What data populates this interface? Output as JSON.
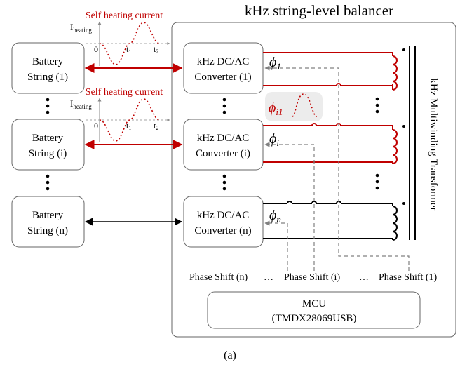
{
  "title": "kHz string-level balancer",
  "caption": "(a)",
  "colors": {
    "heating": "#c00000",
    "dark": "#000000",
    "dashed": "#808080",
    "box_stroke": "#555555"
  },
  "batteries": [
    {
      "line1": "Battery",
      "line2": "String (1)"
    },
    {
      "line1": "Battery",
      "line2": "String (i)"
    },
    {
      "line1": "Battery",
      "line2": "String (n)"
    }
  ],
  "converters": [
    {
      "line1": "kHz DC/AC",
      "line2": "Converter (1)"
    },
    {
      "line1": "kHz DC/AC",
      "line2": "Converter (i)"
    },
    {
      "line1": "kHz DC/AC",
      "line2": "Converter (n)"
    }
  ],
  "heating": {
    "label": "Self heating current",
    "ylabel_main": "I",
    "ylabel_sub": "heating",
    "zero": "0",
    "t1_main": "t",
    "t1_sub": "1",
    "t2_main": "t",
    "t2_sub": "2"
  },
  "phases": {
    "phi": "ϕ",
    "sub1": "1",
    "subi": "i",
    "subn": "n",
    "subi1": "i1"
  },
  "transformer": "kHz Multiwinding Transformer",
  "phase_shifts": {
    "n": "Phase Shift (n)",
    "i": "Phase Shift (i)",
    "one": "Phase Shift (1)",
    "dots": "…"
  },
  "mcu": {
    "line1": "MCU",
    "line2": "(TMDX28069USB)"
  }
}
